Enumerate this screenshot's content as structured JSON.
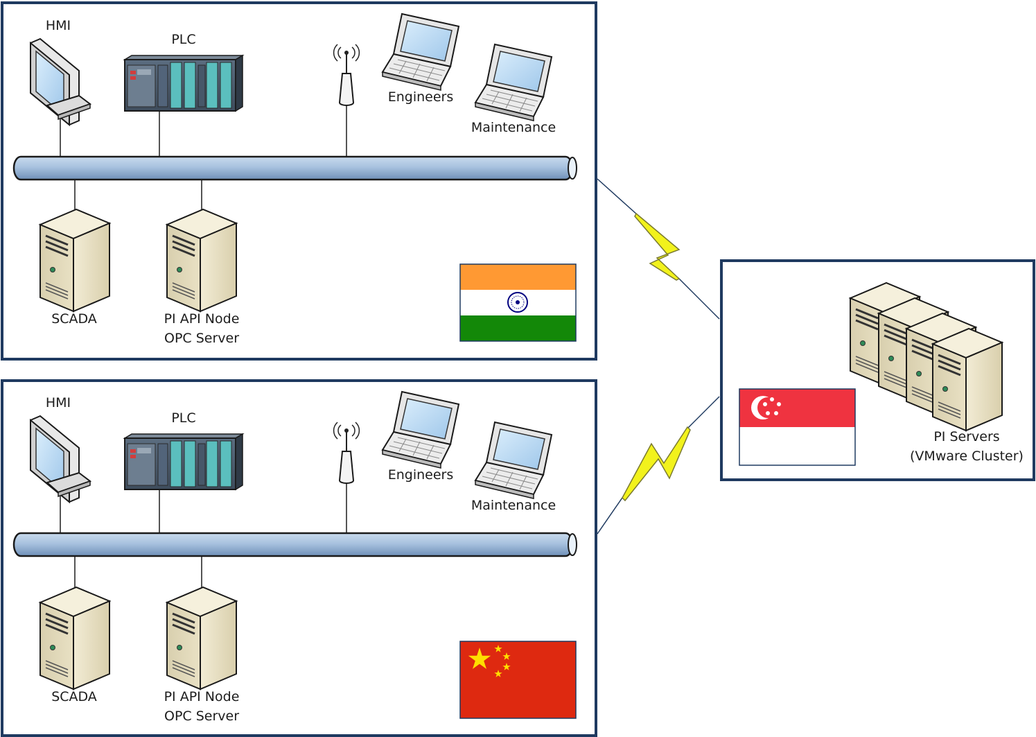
{
  "sites": [
    {
      "hmi_label": "HMI",
      "plc_label": "PLC",
      "engineers_label": "Engineers",
      "maintenance_label": "Maintenance",
      "scada_label": "SCADA",
      "pi_api_label_line1": "PI API Node",
      "pi_api_label_line2": "OPC Server",
      "flag": "india-flag-icon"
    },
    {
      "hmi_label": "HMI",
      "plc_label": "PLC",
      "engineers_label": "Engineers",
      "maintenance_label": "Maintenance",
      "scada_label": "SCADA",
      "pi_api_label_line1": "PI API Node",
      "pi_api_label_line2": "OPC Server",
      "flag": "china-flag-icon"
    }
  ],
  "hub": {
    "servers_label_line1": "PI Servers",
    "servers_label_line2": "(VMware Cluster)",
    "flag": "singapore-flag-icon"
  },
  "colors": {
    "border": "#1f3a60",
    "bus": "#a9c3e0",
    "lightning": "#f2f21c",
    "india_saffron": "#ff9933",
    "india_green": "#138808",
    "china_red": "#de2910",
    "china_star": "#ffde00",
    "singapore_red": "#ef3340"
  }
}
